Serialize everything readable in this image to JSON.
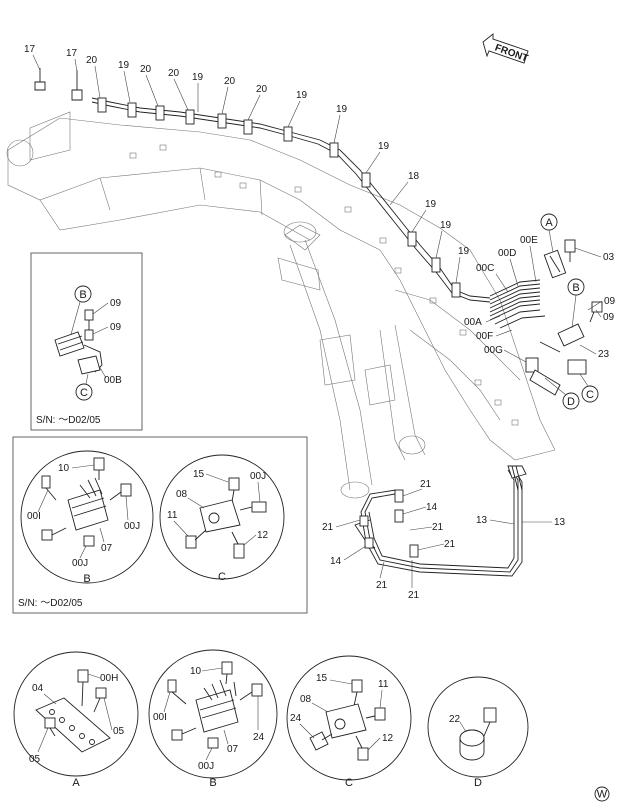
{
  "front_arrow": "FRONT",
  "watermark": "W",
  "inset_top": {
    "serial": "S/N: ～D02/05"
  },
  "inset_mid": {
    "serial": "S/N: ～D02/05"
  },
  "circle_letters": {
    "A": "A",
    "B": "B",
    "C": "C",
    "D": "D"
  },
  "callouts": {
    "17": "17",
    "20": "20",
    "19": "19",
    "18": "18",
    "03": "03",
    "09": "09",
    "23": "23",
    "00A": "00A",
    "00B": "00B",
    "00C": "00C",
    "00D": "00D",
    "00E": "00E",
    "00F": "00F",
    "00G": "00G",
    "00H": "00H",
    "00I": "00I",
    "00J": "00J",
    "21": "21",
    "14": "14",
    "13": "13",
    "10": "10",
    "07": "07",
    "08": "08",
    "11": "11",
    "12": "12",
    "15": "15",
    "04": "04",
    "05": "05",
    "24": "24",
    "22": "22"
  }
}
